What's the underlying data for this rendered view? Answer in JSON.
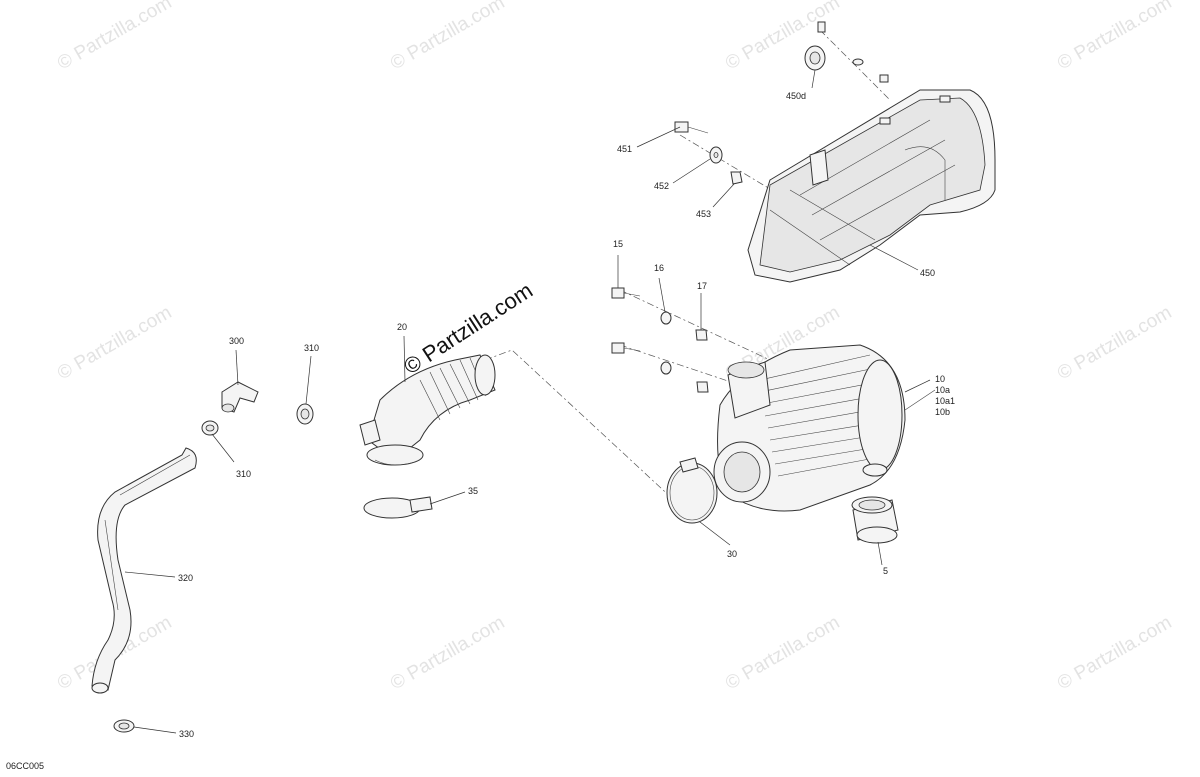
{
  "watermark": {
    "text": "© Partzilla.com",
    "main_text": "© Partzilla.com"
  },
  "diagram_code": "06CC005",
  "callouts": [
    {
      "id": "450d",
      "text": "450d"
    },
    {
      "id": "451",
      "text": "451"
    },
    {
      "id": "452",
      "text": "452"
    },
    {
      "id": "453",
      "text": "453"
    },
    {
      "id": "450",
      "text": "450"
    },
    {
      "id": "15",
      "text": "15"
    },
    {
      "id": "16",
      "text": "16"
    },
    {
      "id": "17",
      "text": "17"
    },
    {
      "id": "10",
      "text": "10"
    },
    {
      "id": "10a",
      "text": "10a"
    },
    {
      "id": "10a1",
      "text": "10a1"
    },
    {
      "id": "10b",
      "text": "10b"
    },
    {
      "id": "20",
      "text": "20"
    },
    {
      "id": "300",
      "text": "300"
    },
    {
      "id": "310a",
      "text": "310"
    },
    {
      "id": "310b",
      "text": "310"
    },
    {
      "id": "35",
      "text": "35"
    },
    {
      "id": "30",
      "text": "30"
    },
    {
      "id": "5",
      "text": "5"
    },
    {
      "id": "320",
      "text": "320"
    },
    {
      "id": "330",
      "text": "330"
    }
  ]
}
